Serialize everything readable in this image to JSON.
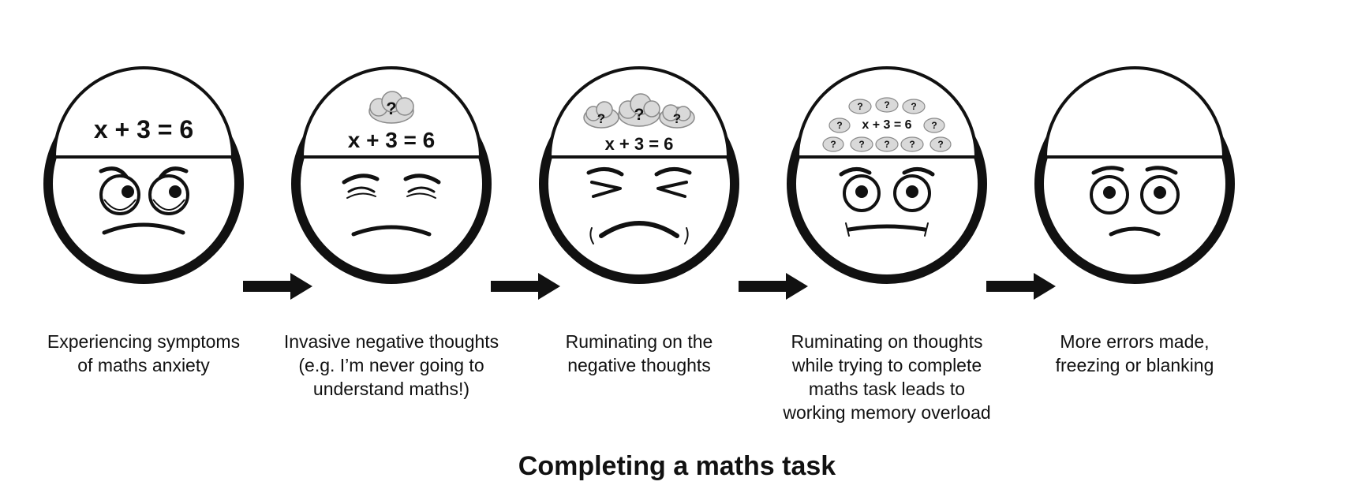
{
  "steps": [
    {
      "equation": "x + 3 = 6",
      "caption": [
        "Experiencing symptoms",
        "of maths anxiety"
      ],
      "expression": "worried-face-icon"
    },
    {
      "equation": "x + 3 = 6",
      "question_mark": "?",
      "caption": [
        "Invasive negative thoughts",
        "(e.g. I’m never going to",
        "understand maths!)"
      ],
      "expression": "wincing-face-icon"
    },
    {
      "equation": "x + 3 = 6",
      "question_mark": "?",
      "caption": [
        "Ruminating on the",
        "negative thoughts"
      ],
      "expression": "distressed-face-icon"
    },
    {
      "equation": "x + 3 = 6",
      "question_mark": "?",
      "caption": [
        "Ruminating on thoughts",
        "while trying to complete",
        "maths task leads to",
        "working memory overload"
      ],
      "expression": "overwhelmed-face-icon"
    },
    {
      "equation": "",
      "caption": [
        "More errors made,",
        "freezing or blanking"
      ],
      "expression": "blank-face-icon"
    }
  ],
  "title": "Completing a maths task",
  "colors": {
    "ink": "#111111",
    "cloud_fill": "#d9d9d9",
    "cloud_stroke": "#8a8a8a"
  }
}
